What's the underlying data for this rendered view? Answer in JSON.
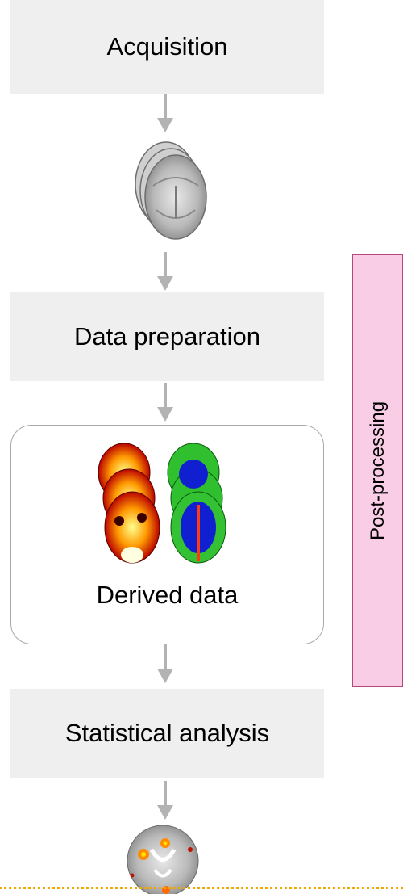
{
  "steps": {
    "acquisition": "Acquisition",
    "data_preparation": "Data preparation",
    "derived_data": "Derived data",
    "statistical_analysis": "Statistical analysis"
  },
  "side_panel": {
    "label": "Post-processing"
  },
  "colors": {
    "step_box": "#efefef",
    "arrow": "#b3b3b3",
    "panel_fill": "#f9cde5",
    "panel_border": "#b6477e",
    "dotted_line": "#f0a800"
  }
}
